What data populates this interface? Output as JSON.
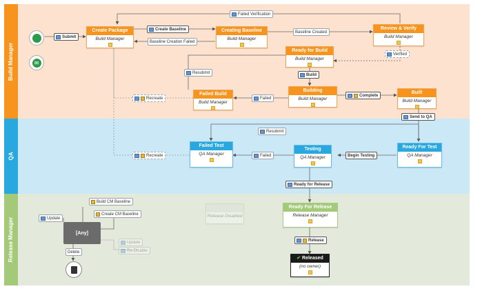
{
  "lanes": [
    {
      "label": "Build Manager",
      "color": "#f7941d",
      "bg": "#fde3cf"
    },
    {
      "label": "QA",
      "color": "#29a8e0",
      "bg": "#cbe8f7"
    },
    {
      "label": "Release Manager",
      "color": "#a4c979",
      "bg": "#e3eadb"
    }
  ],
  "states": {
    "create_package": {
      "title": "Create Package",
      "role": "Build Manager"
    },
    "creating_baseline": {
      "title": "Creating Baseline",
      "role": "Build Manager"
    },
    "review_verify": {
      "title": "Review & Verify",
      "role": "Build Manager"
    },
    "ready_for_build": {
      "title": "Ready for Build",
      "role": "Build Manager"
    },
    "building": {
      "title": "Building",
      "role": "Build Manager"
    },
    "built": {
      "title": "Built",
      "role": "Build Manager"
    },
    "failed_build": {
      "title": "Failed Build",
      "role": "Build Manager"
    },
    "failed_test": {
      "title": "Failed Test",
      "role": "QA Manager"
    },
    "testing": {
      "title": "Testing",
      "role": "QA Manager"
    },
    "ready_for_test": {
      "title": "Ready For Test",
      "role": "QA Manager"
    },
    "ready_for_release": {
      "title": "Ready For Release",
      "role": "Release Manager"
    },
    "released": {
      "title": "Released",
      "role": "(no owner)"
    },
    "any": {
      "title": "[Any]"
    },
    "release_disabled": {
      "title": "Release Disabled"
    }
  },
  "transitions": {
    "submit": "Submit",
    "create_baseline": "Create Baseline",
    "baseline_created": "Baseline Created",
    "baseline_creation_failed": "Baseline Creation Failed",
    "failed_verification": "Failed Verification",
    "verified": "Verified",
    "build": "Build",
    "resubmit_build": "Resubmit",
    "complete": "Complete",
    "failed_b": "Failed",
    "recreate_b": "Recreate",
    "send_to_qa": "Send to QA",
    "resubmit_qa": "Resubmit",
    "begin_testing": "Begin Testing",
    "failed_t": "Failed",
    "recreate_t": "Recreate",
    "ready_for_release": "Ready for Release",
    "release": "Release",
    "update": "Update",
    "build_cm_baseline": "Build CM Baseline",
    "create_cm_baseline": "Create CM Baseline",
    "delete": "Delete",
    "update_faint": "Update",
    "to_disabled": "Re-Disable"
  },
  "icons": {
    "web": "globe-icon",
    "mail": "envelope-icon",
    "trash": "trash-icon"
  }
}
